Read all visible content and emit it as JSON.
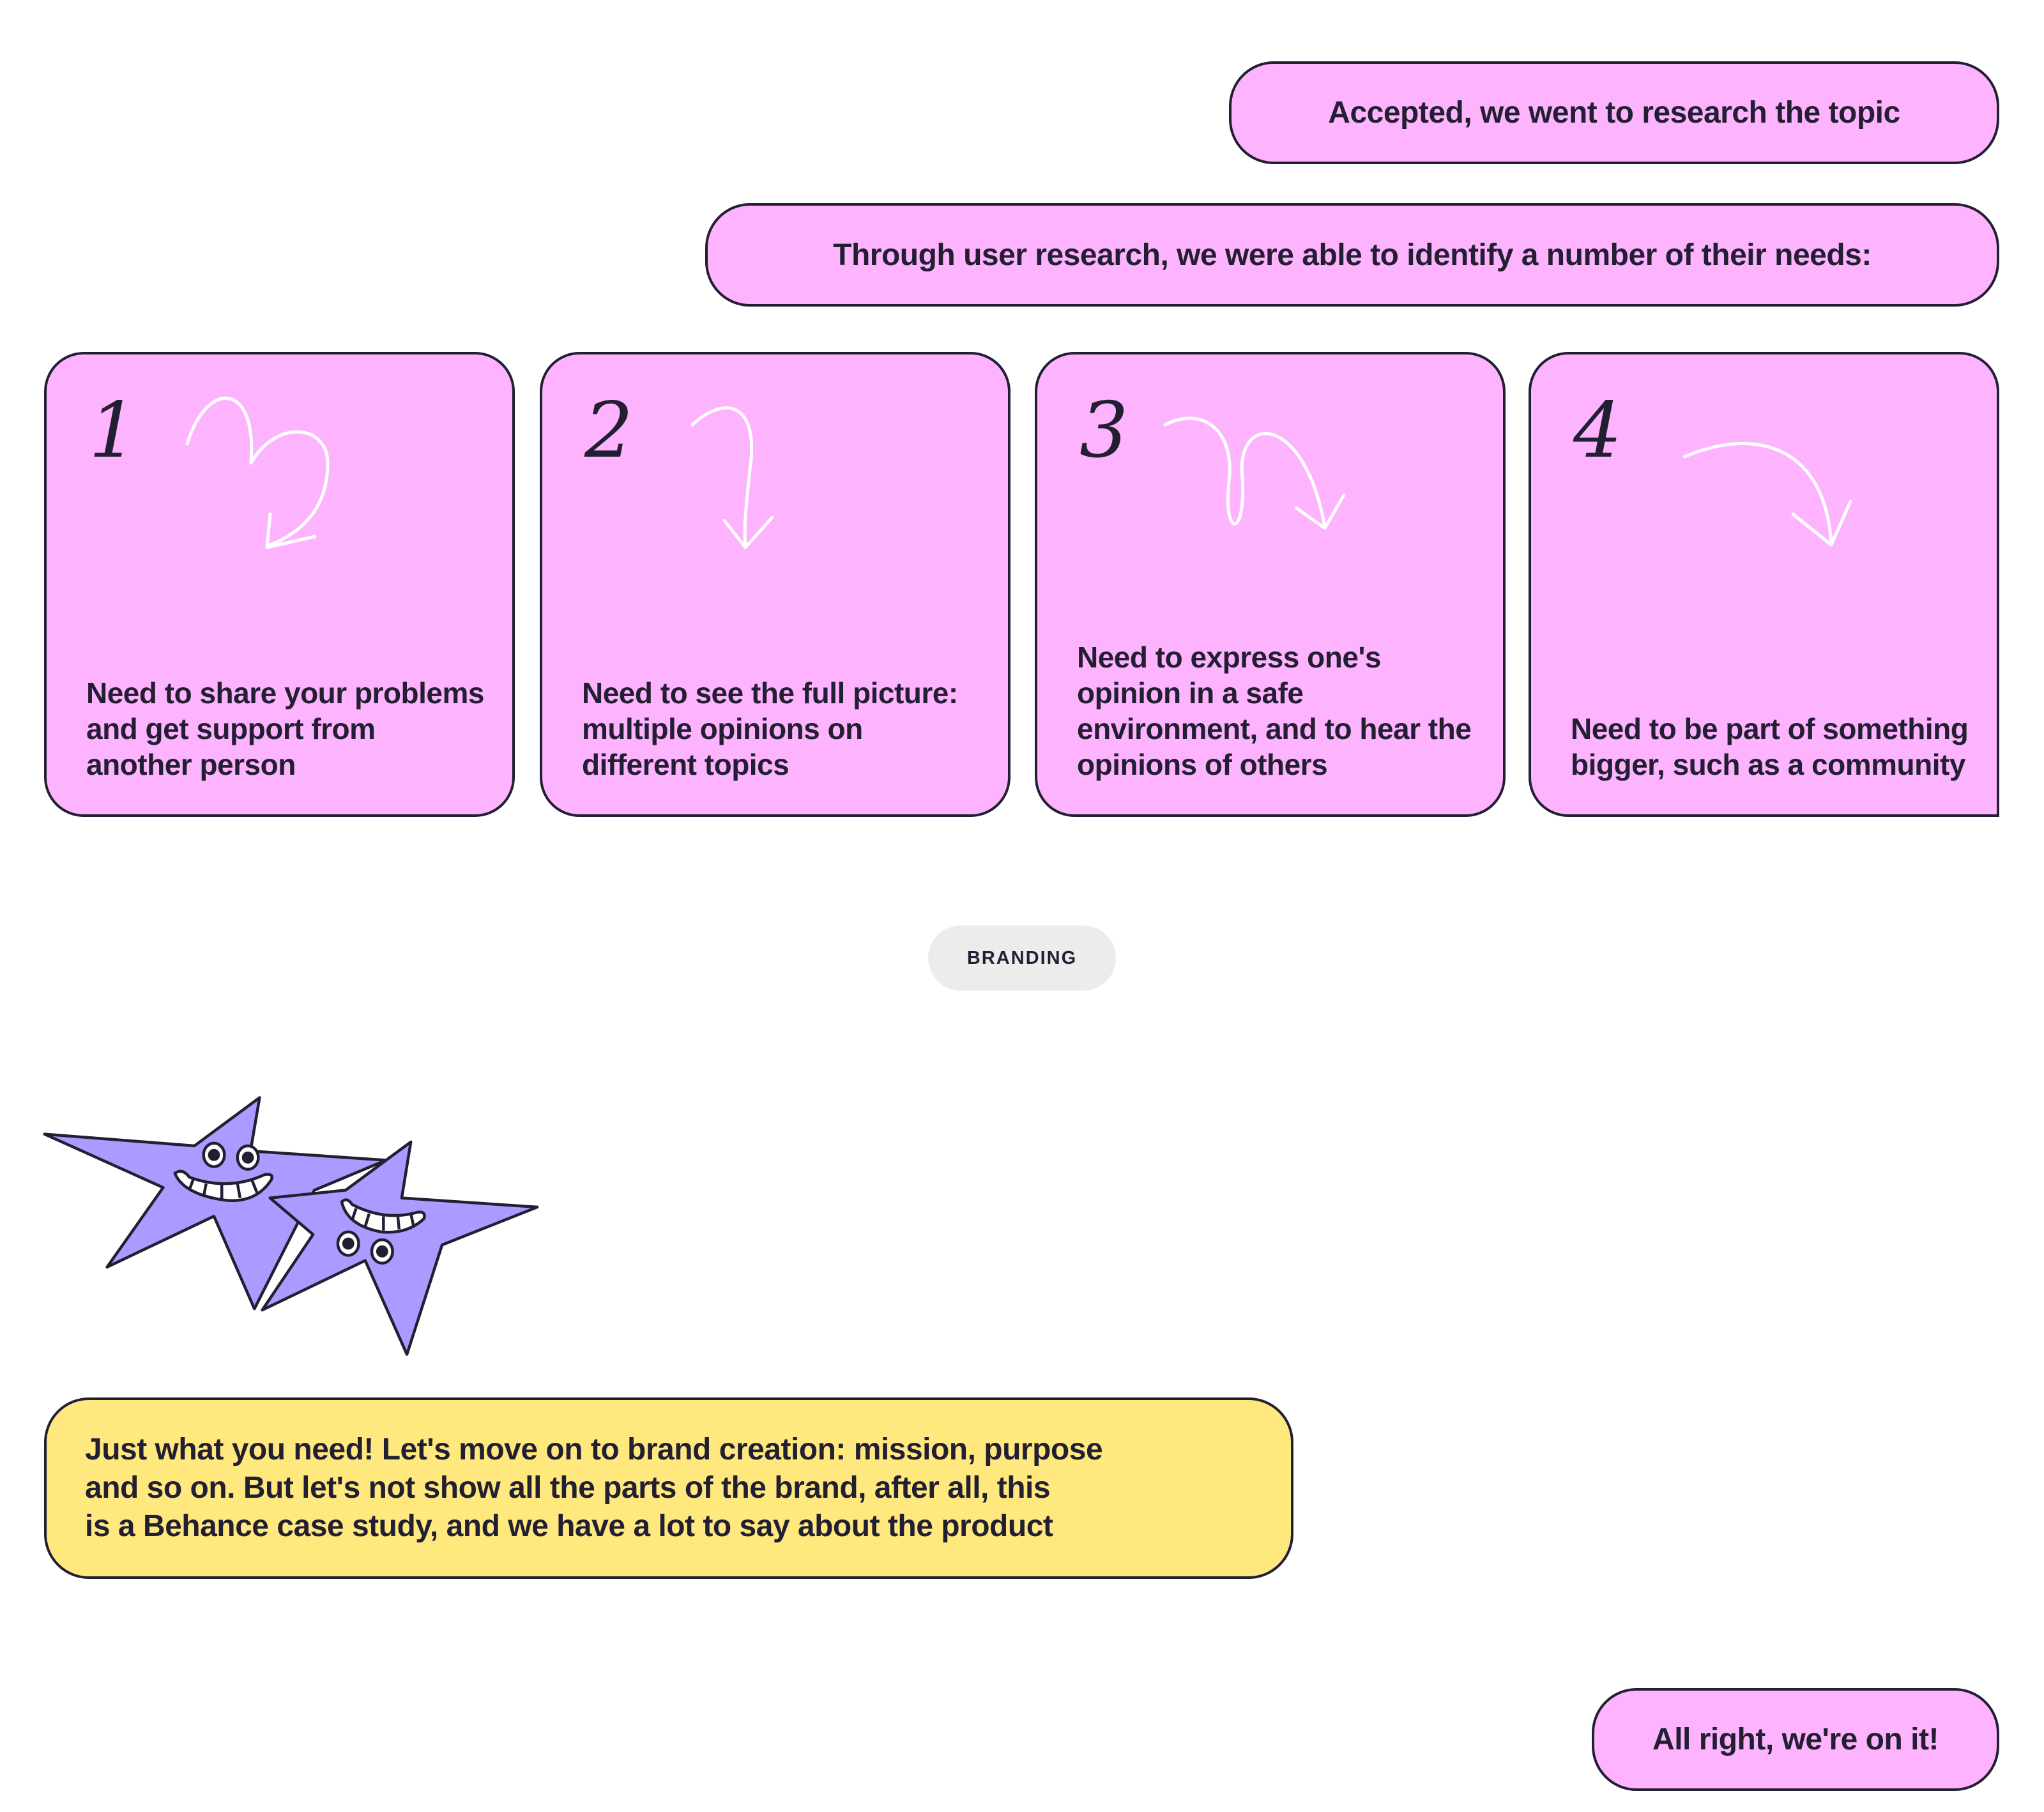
{
  "messages": {
    "accepted": "Accepted, we went to research the topic",
    "through_research": "Through user research, we were able to identify a number of their needs:",
    "brand_lines": [
      "Just what you need! Let's move on to brand creation: mission, purpose",
      "and so on. But let's not show all the parts of the brand, after all, this",
      "is a Behance case study, and we have a lot to say about the product"
    ],
    "on_it": "All right, we're on it!"
  },
  "needs": [
    {
      "number": "1",
      "text": "Need to share your problems and get support from another person",
      "arrow_icon": "loop-arrow-icon"
    },
    {
      "number": "2",
      "text": "Need to see the full picture: multiple opinions on different topics",
      "arrow_icon": "curved-down-arrow-icon"
    },
    {
      "number": "3",
      "text": "Need to express one's opinion in a safe environment, and to hear the opinions of others",
      "arrow_icon": "spiral-arrow-icon"
    },
    {
      "number": "4",
      "text": "Need to be part of something bigger, such as a community",
      "arrow_icon": "arc-arrow-icon"
    }
  ],
  "section_tag": "BRANDING",
  "colors": {
    "pink": "#fdb3fd",
    "yellow": "#ffe97f",
    "purple": "#a99bff",
    "ink": "#231f33",
    "pill": "#ececec"
  }
}
